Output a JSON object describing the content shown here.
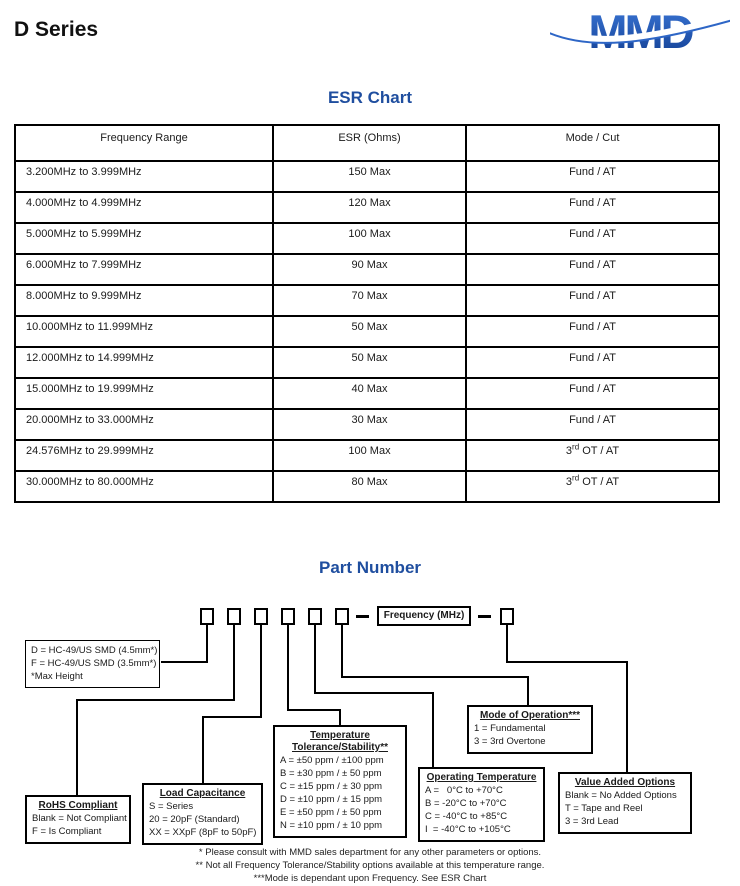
{
  "page": {
    "title": "D Series",
    "logo_text": "MMD"
  },
  "colors": {
    "accent_blue": "#1F4E9F",
    "logo_blue_top": "#3B76D6",
    "logo_blue_bottom": "#123F93",
    "logo_swoosh_blue": "#2E66C6"
  },
  "esr_chart": {
    "title": "ESR Chart",
    "columns": [
      "Frequency Range",
      "ESR (Ohms)",
      "Mode / Cut"
    ],
    "rows": [
      {
        "frequency_range": "3.200MHz to 3.999MHz",
        "esr": "150 Max",
        "mode_cut": "Fund / AT"
      },
      {
        "frequency_range": "4.000MHz to 4.999MHz",
        "esr": "120 Max",
        "mode_cut": "Fund / AT"
      },
      {
        "frequency_range": "5.000MHz to 5.999MHz",
        "esr": "100 Max",
        "mode_cut": "Fund / AT"
      },
      {
        "frequency_range": "6.000MHz to 7.999MHz",
        "esr": "90 Max",
        "mode_cut": "Fund / AT"
      },
      {
        "frequency_range": "8.000MHz to 9.999MHz",
        "esr": "70 Max",
        "mode_cut": "Fund / AT"
      },
      {
        "frequency_range": "10.000MHz to 11.999MHz",
        "esr": "50 Max",
        "mode_cut": "Fund / AT"
      },
      {
        "frequency_range": "12.000MHz to 14.999MHz",
        "esr": "50 Max",
        "mode_cut": "Fund / AT"
      },
      {
        "frequency_range": "15.000MHz to 19.999MHz",
        "esr": "40 Max",
        "mode_cut": "Fund / AT"
      },
      {
        "frequency_range": "20.000MHz to 33.000MHz",
        "esr": "30 Max",
        "mode_cut": "Fund / AT"
      },
      {
        "frequency_range": "24.576MHz to 29.999MHz",
        "esr": "100 Max",
        "mode_cut": "3rd OT / AT"
      },
      {
        "frequency_range": "30.000MHz to 80.000MHz",
        "esr": "80 Max",
        "mode_cut": "3rd OT / AT"
      }
    ]
  },
  "part_number": {
    "title": "Part Number",
    "frequency_label": "Frequency (MHz)",
    "package_box": {
      "lines": [
        "D = HC-49/US SMD (4.5mm*)",
        "F = HC-49/US SMD (3.5mm*)",
        "*Max Height"
      ]
    },
    "rohs_box": {
      "title": "RoHS Compliant",
      "lines": [
        "Blank = Not Compliant",
        "F = Is Compliant"
      ]
    },
    "load_capacitance_box": {
      "title": "Load Capacitance",
      "lines": [
        "S = Series",
        "20 = 20pF (Standard)",
        "XX = XXpF (8pF to 50pF)"
      ]
    },
    "temperature_box": {
      "title_lines": [
        "Temperature",
        "Tolerance/Stability**"
      ],
      "lines": [
        "A = ±50 ppm / ±100 ppm",
        "B = ±30 ppm / ± 50 ppm",
        "C = ±15 ppm / ± 30 ppm",
        "D = ±10 ppm / ± 15 ppm",
        "E = ±50 ppm / ± 50 ppm",
        "N = ±10 ppm / ± 10 ppm"
      ]
    },
    "operating_temperature_box": {
      "title": "Operating Temperature",
      "lines": [
        "A =   0°C to +70°C",
        "B = -20°C to +70°C",
        "C = -40°C to +85°C",
        "I  = -40°C to +105°C"
      ]
    },
    "mode_box": {
      "title": "Mode of Operation***",
      "lines": [
        "1 = Fundamental",
        "3 = 3rd Overtone"
      ]
    },
    "value_box": {
      "title": "Value Added Options",
      "lines": [
        "Blank = No Added Options",
        "T = Tape and Reel",
        "3 = 3rd Lead"
      ]
    },
    "footnotes": [
      "* Please consult with MMD sales department for any other parameters or options.",
      "** Not all Frequency Tolerance/Stability options available at this temperature range.",
      "***Mode is dependant upon Frequency. See ESR Chart"
    ]
  }
}
